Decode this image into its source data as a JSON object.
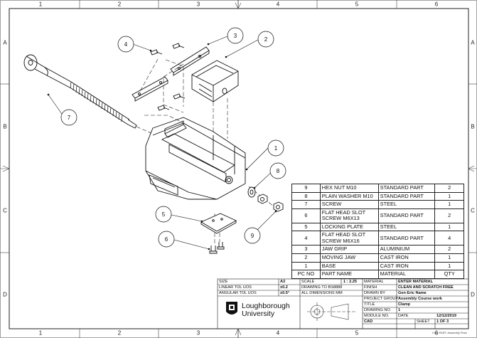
{
  "zones": {
    "columns": [
      "1",
      "2",
      "3",
      "4",
      "5",
      "6"
    ],
    "rows": [
      "A",
      "B",
      "C",
      "D"
    ]
  },
  "balloons": [
    "1",
    "2",
    "3",
    "4",
    "5",
    "6",
    "7",
    "8",
    "9"
  ],
  "parts_list": {
    "header": [
      "PC NO",
      "PART NAME",
      "MATERIAL",
      "QTY"
    ],
    "rows": [
      {
        "no": "9",
        "name": "HEX NUT M10",
        "material": "STANDARD PART",
        "qty": "2"
      },
      {
        "no": "8",
        "name": "PLAIN WASHER M10",
        "material": "STANDARD PART",
        "qty": "1"
      },
      {
        "no": "7",
        "name": "SCREW",
        "material": "STEEL",
        "qty": "1"
      },
      {
        "no": "6",
        "name": "FLAT HEAD SLOT SCREW M6X13",
        "material": "STANDARD PART",
        "qty": "2"
      },
      {
        "no": "5",
        "name": "LOCKING PLATE",
        "material": "STEEL",
        "qty": "1"
      },
      {
        "no": "4",
        "name": "FLAT HEAD SLOT SCREW M6X16",
        "material": "STANDARD PART",
        "qty": "4"
      },
      {
        "no": "3",
        "name": "JAW GRIP",
        "material": "ALUMINIUM",
        "qty": "2"
      },
      {
        "no": "2",
        "name": "MOVING JAW",
        "material": "CAST IRON",
        "qty": "1"
      },
      {
        "no": "1",
        "name": "BASE",
        "material": "CAST IRON",
        "qty": "1"
      }
    ]
  },
  "title_block": {
    "size_label": "SIZE",
    "size_value": "A3",
    "scale_label": "SCALE",
    "scale_value": "1 : 2.25",
    "material_label": "MATERIAL",
    "material_value": "ENTER MATERIAL",
    "linear_tol_label": "LINEAR TOL UOS",
    "linear_tol_value": "±0.2",
    "drawing_std": "DRAWING TO BS8888",
    "finish_label": "FINISH",
    "finish_value": "CLEAN AND SCRATCH FREE",
    "angular_tol_label": "ANGULAR TOL UOS",
    "angular_tol_value": "±0.5°",
    "dims_note": "ALL DIMENSIONS MM",
    "drawn_by_label": "DRAWN BY",
    "drawn_by_value": "Gen Eric Name",
    "project_group_label": "PROJECT GROUP",
    "project_group_value": "Assembly Course work",
    "title_label": "TITLE",
    "title_value": "Clamp",
    "drawing_no_label": "DRAWING NO.",
    "drawing_no_value": "1",
    "module_no_label": "MODULE NO.",
    "date_label": "DATE",
    "date_value": "12/12/2019",
    "cad_label": "CAD",
    "sheet_label": "SHEET",
    "sheet_value": "1 OF 3",
    "university_line1": "Loughborough",
    "university_line2": "University"
  },
  "footer_note": "CAD PART: Assembly Final"
}
